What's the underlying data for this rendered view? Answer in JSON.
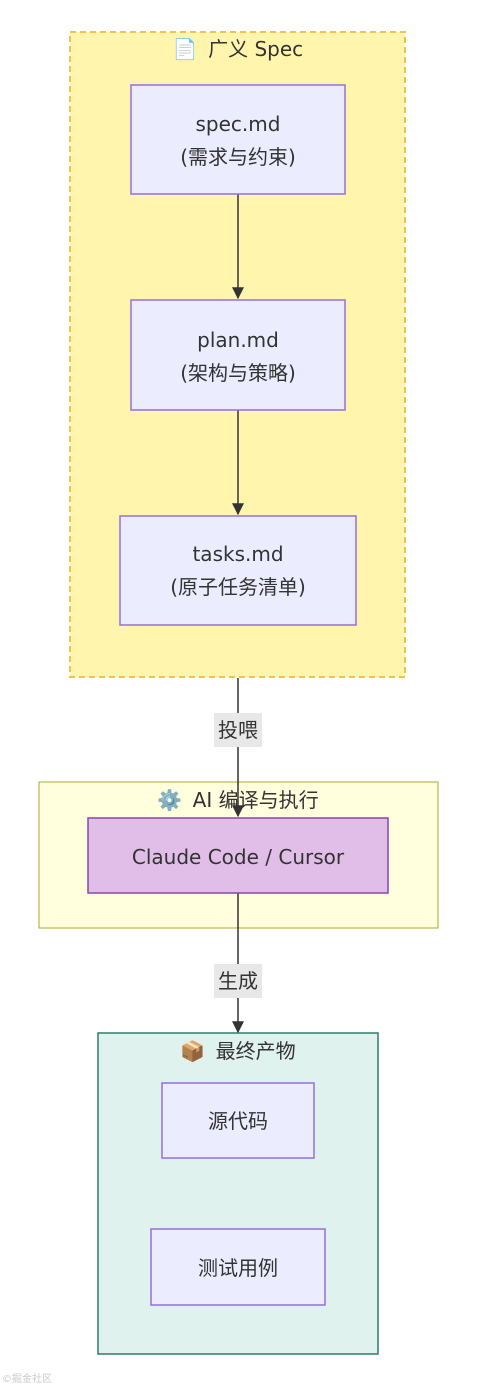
{
  "diagram": {
    "type": "flowchart",
    "clusters": {
      "spec": {
        "icon": "📄",
        "title": "广义 Spec"
      },
      "ai": {
        "icon": "⚙️",
        "title": "AI 编译与执行"
      },
      "output": {
        "icon": "📦",
        "title": "最终产物"
      }
    },
    "nodes": {
      "spec_md": {
        "line1": "spec.md",
        "line2": "(需求与约束)"
      },
      "plan_md": {
        "line1": "plan.md",
        "line2": "(架构与策略)"
      },
      "tasks_md": {
        "line1": "tasks.md",
        "line2": "(原子任务清单)"
      },
      "claude": {
        "label": "Claude Code / Cursor"
      },
      "source": {
        "label": "源代码"
      },
      "tests": {
        "label": "测试用例"
      }
    },
    "edges": [
      {
        "from": "spec.md",
        "to": "plan.md",
        "label": ""
      },
      {
        "from": "plan.md",
        "to": "tasks.md",
        "label": ""
      },
      {
        "from": "广义 Spec",
        "to": "Claude Code / Cursor",
        "label": "投喂"
      },
      {
        "from": "Claude Code / Cursor",
        "to": "最终产物",
        "label": "生成"
      }
    ],
    "colors": {
      "spec_cluster_fill": "#fff5ad",
      "spec_cluster_border": "#f0c44a",
      "ai_cluster_fill": "#ffffde",
      "ai_cluster_border": "#aaaa33",
      "output_cluster_fill": "#e0f2ee",
      "output_cluster_border": "#2e7d6f",
      "node_fill": "#ececff",
      "node_border": "#9370db",
      "claude_fill": "#e1bee7",
      "claude_border": "#8e44ad",
      "edge": "#333333",
      "edge_label_bg": "#e8e8e8"
    }
  },
  "watermark": "©掘金社区"
}
